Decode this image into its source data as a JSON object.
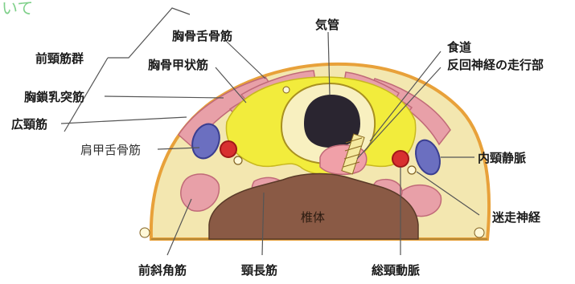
{
  "fragment_text": "いて",
  "labels": {
    "anterior_neck_muscle_group": "前頸筋群",
    "sternohyoid": "胸骨舌骨筋",
    "sternothyroid": "胸骨甲状筋",
    "sternocleidomastoid": "胸鎖乳突筋",
    "platysma": "広頸筋",
    "omohyoid": "肩甲舌骨筋",
    "trachea": "気管",
    "esophagus": "食道",
    "recurrent_nerve_course": "反回神経の走行部",
    "internal_jugular_vein": "内頸静脈",
    "vagus_nerve": "迷走神経",
    "vertebral_body": "椎体",
    "anterior_scalene": "前斜角筋",
    "longus_colli": "頸長筋",
    "common_carotid_artery": "総頸動脈"
  },
  "colors": {
    "skin_outline": "#e8a13a",
    "fat": "#f3e7b0",
    "thyroid": "#f2ec3c",
    "muscle": "#e8a0a8",
    "muscle_stroke": "#c06a78",
    "vertebra": "#8a5a45",
    "trachea_lumen": "#2a2530",
    "vein": "#6b6fc0",
    "artery": "#d83030",
    "esophagus": "#f0a0a8"
  }
}
